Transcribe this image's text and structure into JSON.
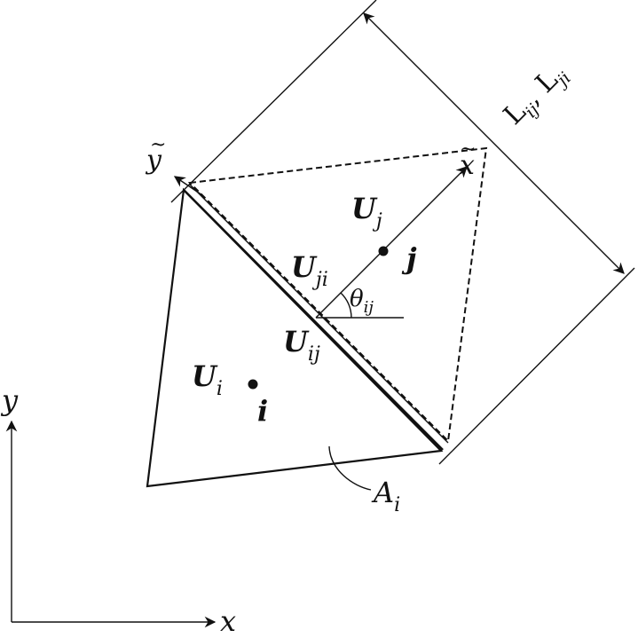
{
  "labels": {
    "L": "L",
    "L_sub1": "ij",
    "L_sep": ", L",
    "L_sub2": "ji",
    "y_tilde": "y",
    "x_tilde": "x",
    "Uj_main": "U",
    "Uj_sub": "j",
    "j_node": "j",
    "Uji_main": "U",
    "Uji_sub": "ji",
    "theta_main": "θ",
    "theta_sub": "ij",
    "Uij_main": "U",
    "Uij_sub": "ij",
    "Ui_main": "U",
    "Ui_sub": "i",
    "i_node": "i",
    "A_main": "A",
    "A_sub": "i",
    "axis_y": "y",
    "axis_x": "x"
  }
}
